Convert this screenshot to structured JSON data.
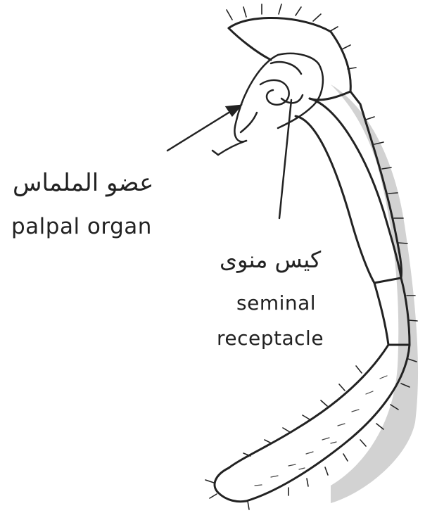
{
  "labels": {
    "palpal_organ_ar": "عضو الملماس",
    "palpal_organ_en": "palpal organ",
    "seminal_receptacle_ar": "كيس منوى",
    "seminal_receptacle_en_line1": "seminal",
    "seminal_receptacle_en_line2": "receptacle"
  },
  "colors": {
    "ink": "#222222",
    "shadow": "#d2d2d2",
    "background": "#ffffff"
  }
}
